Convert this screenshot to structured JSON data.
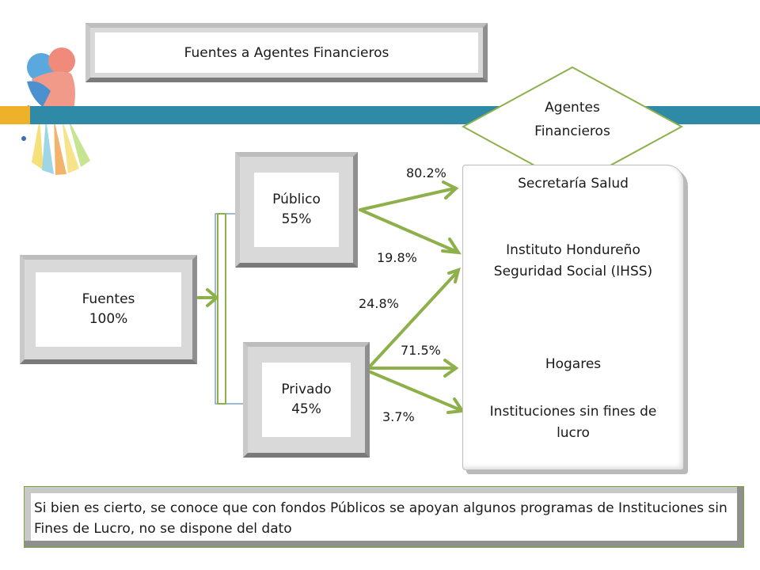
{
  "title": "Fuentes a Agentes Financieros",
  "agents_header": [
    "Agentes",
    "Financieros"
  ],
  "sources": {
    "label": "Fuentes",
    "value": "100%"
  },
  "public": {
    "label": "Público",
    "value": "55%"
  },
  "private": {
    "label": "Privado",
    "value": "45%"
  },
  "agents": {
    "secretaria": "Secretaría Salud",
    "ihss_line1": "Instituto Hondureño",
    "ihss_line2": "Seguridad Social (IHSS)",
    "hogares": "Hogares",
    "isfl_line1": "Instituciones sin fines de",
    "isfl_line2": "lucro"
  },
  "flows": {
    "pub_to_secretaria": "80.2%",
    "pub_to_ihss": "19.8%",
    "priv_to_ihss": "24.8%",
    "priv_to_hogares": "71.5%",
    "priv_to_isfl": "3.7%"
  },
  "note": "Si bien es cierto, se conoce que con fondos Públicos se apoyan algunos programas de Instituciones sin Fines de Lucro, no se dispone del dato",
  "colors": {
    "accent_green": "#8db04a",
    "teal": "#2e8aa6",
    "gold": "#f0b12a"
  }
}
